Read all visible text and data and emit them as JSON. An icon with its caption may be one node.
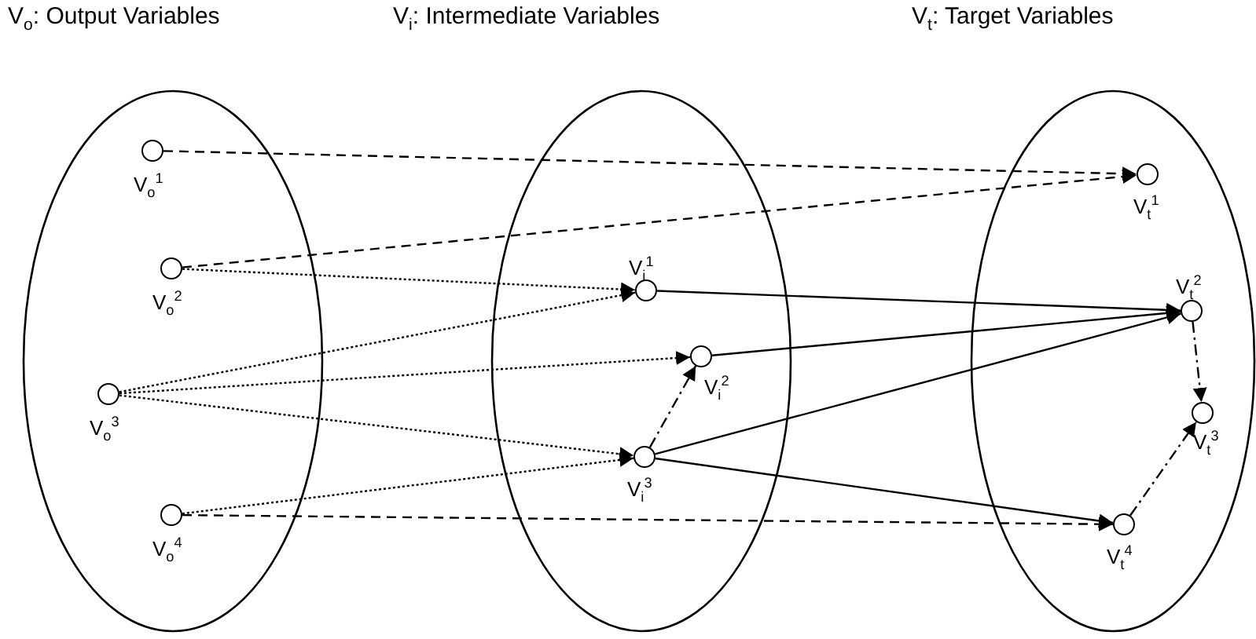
{
  "diagram": {
    "nodes": [
      {
        "text": [
          "V$_{o}$: Output Variables"
        ]
      },
      {
        "text": [
          "V$_{i}$: Intermediate Variables"
        ]
      },
      {
        "text": [
          "V$_{t}$: Target Variables"
        ]
      },
      {
        "text": [],
        "shape": "circle",
        "in": 0,
        "beside": [
          "V$_{o}$$^{1}$"
        ]
      },
      {
        "text": [],
        "shape": "circle",
        "in": 0,
        "beside": [
          "V$_{o}$$^{2}$"
        ]
      },
      {
        "text": [],
        "shape": "circle",
        "in": 0,
        "beside": [
          "V$_{o}$$^{3}$"
        ]
      },
      {
        "text": [],
        "shape": "circle",
        "in": 0,
        "beside": [
          "V$_{o}$$^{4}$"
        ]
      },
      {
        "text": [],
        "shape": "circle",
        "in": 1,
        "beside": [
          "V$_{i}$$^{1}$"
        ]
      },
      {
        "text": [],
        "shape": "circle",
        "in": 1,
        "beside": [
          "V$_{i}$$^{2}$"
        ]
      },
      {
        "text": [],
        "shape": "circle",
        "in": 1,
        "beside": [
          "V$_{i}$$^{3}$"
        ]
      },
      {
        "text": [],
        "shape": "circle",
        "in": 2,
        "beside": [
          "V$_{t}$$^{1}$"
        ]
      },
      {
        "text": [],
        "shape": "circle",
        "in": 2,
        "beside": [
          "V$_{t}$$^{2}$"
        ]
      },
      {
        "text": [],
        "shape": "circle",
        "in": 2,
        "beside": [
          "V$_{t}$$^{3}$"
        ]
      },
      {
        "text": [],
        "shape": "circle",
        "in": 2,
        "beside": [
          "V$_{t}$$^{4}$"
        ]
      }
    ],
    "edges": [
      {
        "from": 3,
        "to": 10,
        "arrow": "to",
        "style": "dashed"
      },
      {
        "from": 4,
        "to": 10,
        "arrow": "to",
        "style": "dashed"
      },
      {
        "from": 4,
        "to": 7,
        "arrow": "to",
        "style": "dashed"
      },
      {
        "from": 5,
        "to": 7,
        "arrow": "to",
        "style": "dashed"
      },
      {
        "from": 5,
        "to": 8,
        "arrow": "to",
        "style": "dashed"
      },
      {
        "from": 5,
        "to": 9,
        "arrow": "to",
        "style": "dashed"
      },
      {
        "from": 6,
        "to": 9,
        "arrow": "to",
        "style": "dashed"
      },
      {
        "from": 6,
        "to": 13,
        "arrow": "to",
        "style": "dashed"
      },
      {
        "from": 7,
        "to": 11,
        "arrow": "to"
      },
      {
        "from": 8,
        "to": 11,
        "arrow": "to"
      },
      {
        "from": 9,
        "to": 8,
        "arrow": "to",
        "style": "dashed"
      },
      {
        "from": 9,
        "to": 11,
        "arrow": "to"
      },
      {
        "from": 9,
        "to": 13,
        "arrow": "to"
      },
      {
        "from": 11,
        "to": 12,
        "arrow": "to",
        "style": "dashed"
      },
      {
        "from": 13,
        "to": 12,
        "arrow": "to",
        "style": "dashed"
      }
    ]
  }
}
